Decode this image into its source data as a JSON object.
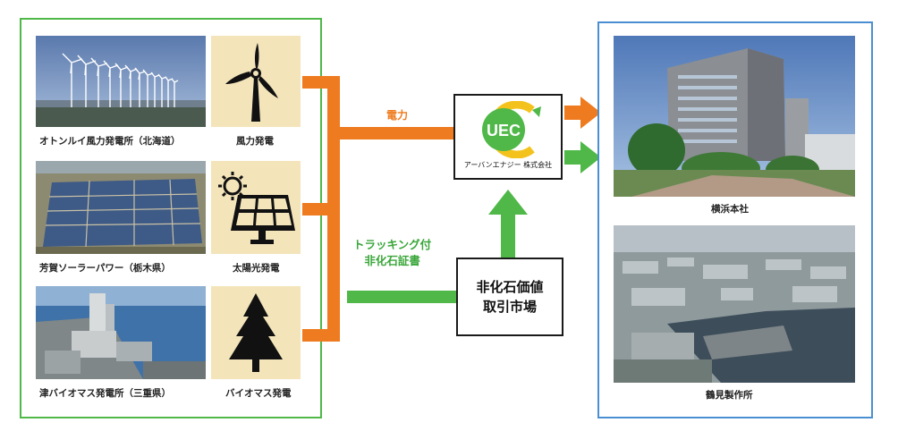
{
  "left_panel": {
    "items": [
      {
        "photo_caption": "オトンルイ風力発電所（北海道）",
        "type_label": "風力発電",
        "icon": "wind-turbine-icon"
      },
      {
        "photo_caption": "芳賀ソーラーパワー（栃木県）",
        "type_label": "太陽光発電",
        "icon": "solar-panel-icon"
      },
      {
        "photo_caption": "津バイオマス発電所（三重県）",
        "type_label": "バイオマス発電",
        "icon": "tree-icon"
      }
    ]
  },
  "flows": {
    "power_label": "電力",
    "tracking_label_line1": "トラッキング付",
    "tracking_label_line2": "非化石証書"
  },
  "uec": {
    "logo_text": "UEC",
    "company_name": "アーバンエナジー 株式会社"
  },
  "market": {
    "line1": "非化石価値",
    "line2": "取引市場"
  },
  "right_panel": {
    "items": [
      {
        "caption": "横浜本社"
      },
      {
        "caption": "鶴見製作所"
      }
    ]
  },
  "colors": {
    "orange_flow": "#ee7b1f",
    "green_flow": "#4fb848",
    "left_border": "#4fb848",
    "right_border": "#4a8fd1",
    "tile_bg": "#f3e4ba"
  }
}
